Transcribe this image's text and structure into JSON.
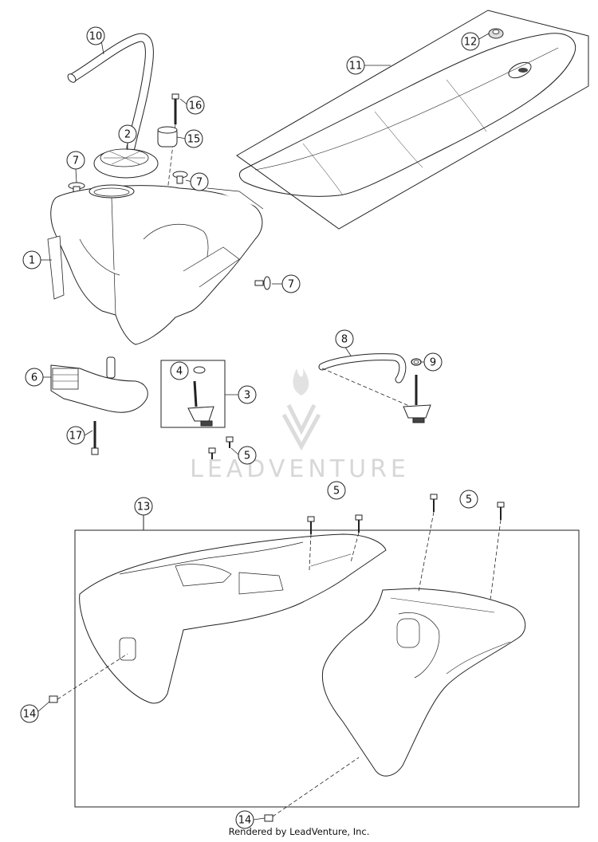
{
  "callouts": [
    "10",
    "12",
    "11",
    "16",
    "2",
    "15",
    "7",
    "7",
    "1",
    "7",
    "8",
    "9",
    "4",
    "6",
    "3",
    "17",
    "5",
    "5",
    "5",
    "13",
    "14",
    "14"
  ],
  "watermark": "LEADVENTURE",
  "footer": "Rendered by LeadVenture, Inc."
}
